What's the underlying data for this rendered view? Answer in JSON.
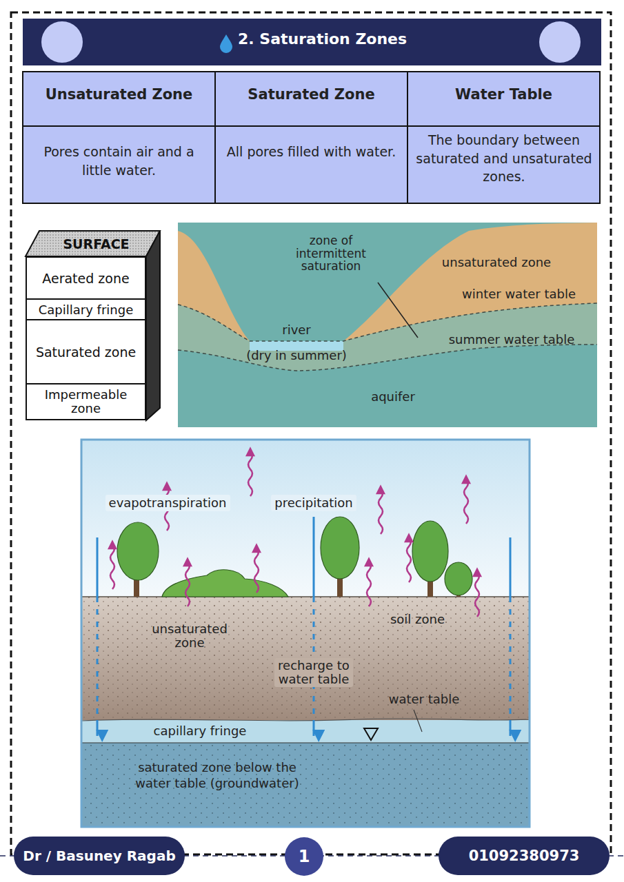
{
  "diagram": {
    "title": "2. Saturation Zones",
    "nodes": [
      {
        "text": [
          "SURFACE"
        ]
      },
      {
        "text": [
          "Aerated zone"
        ]
      },
      {
        "text": [
          "Capillary fringe"
        ]
      },
      {
        "text": [
          "Saturated zone"
        ]
      },
      {
        "text": [
          "Impermeable zone"
        ]
      },
      {
        "text": [
          "Dr / Basuney Ragab"
        ]
      },
      {
        "text": [
          "1"
        ]
      },
      {
        "text": [
          "01092380973"
        ]
      }
    ],
    "edges": [],
    "labels": [
      "Unsaturated Zone",
      "Saturated Zone",
      "Water Table",
      "Pores contain air and a little water.",
      "All pores filled with water.",
      "The boundary between saturated and unsaturated zones.",
      "zone of intermittent saturation",
      "unsaturated zone",
      "winter water table",
      "river",
      "(dry in summer)",
      "summer water table",
      "aquifer",
      "evapotranspiration",
      "precipitation",
      "unsaturated zone",
      "soil zone",
      "recharge to water table",
      "water table",
      "capillary fringe",
      "saturated zone below the water table (groundwater)"
    ]
  }
}
